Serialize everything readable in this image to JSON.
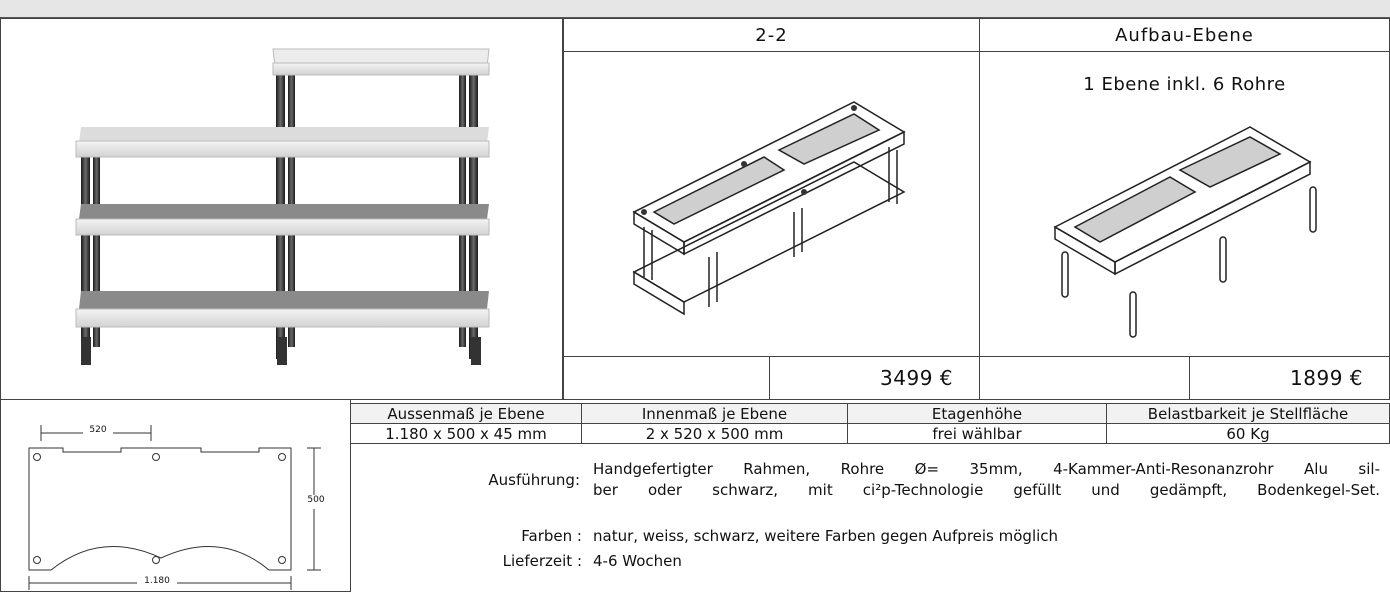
{
  "products": [
    {
      "title": "2-2",
      "subtitle": "",
      "price": "3499 €"
    },
    {
      "title": "Aufbau-Ebene",
      "subtitle": "1 Ebene inkl. 6 Rohre",
      "price": "1899 €"
    }
  ],
  "drawing": {
    "width_label": "520",
    "height_label": "500",
    "total_label": "1.180"
  },
  "spec_table": {
    "headers": [
      "Aussenmaß je Ebene",
      "Innenmaß je Ebene",
      "Etagenhöhe",
      "Belastbarkeit je Stellfläche"
    ],
    "values": [
      "1.180 x 500 x 45 mm",
      "2 x 520 x 500 mm",
      "frei wählbar",
      "60 Kg"
    ]
  },
  "details": {
    "ausfuehrung_label": "Ausführung:",
    "ausfuehrung_line1": "Handgefertigter Rahmen, Rohre Ø= 35mm, 4-Kammer-Anti-Resonanzrohr Alu sil-",
    "ausfuehrung_line2": "ber oder schwarz, mit ci²p-Technologie gefüllt und gedämpft, Bodenkegel-Set.",
    "farben_label": "Farben :",
    "farben_value": "natur, weiss, schwarz, weitere Farben gegen Aufpreis möglich",
    "lieferzeit_label": "Lieferzeit :",
    "lieferzeit_value": "4-6 Wochen"
  }
}
